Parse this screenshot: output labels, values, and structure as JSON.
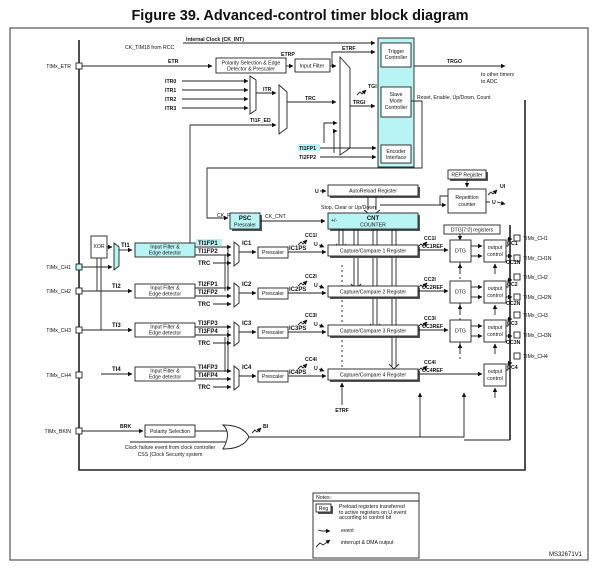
{
  "figure": {
    "title": "Figure 39. Advanced-control timer block diagram",
    "id_code": "MS32671V1"
  },
  "colors": {
    "highlight": "#b8f4f4",
    "line": "#222222",
    "background": "#ffffff"
  },
  "pins": {
    "etr": "TIMx_ETR",
    "ch1": "TIMx_CH1",
    "ch2": "TIMx_CH2",
    "ch3": "TIMx_CH3",
    "ch4": "TIMx_CH4",
    "bkin": "TIMx_BKIN",
    "out_ch1": "TIMx_CH1",
    "out_ch1n": "TIMx_CH1N",
    "out_ch2": "TIMx_CH2",
    "out_ch2n": "TIMx_CH2N",
    "out_ch3": "TIMx_CH3",
    "out_ch3n": "TIMx_CH3N",
    "out_ch4": "TIMx_CH4"
  },
  "clock": {
    "internal": "Internal Clock (CK_INT)",
    "rcc": "CK_TIM18 from RCC",
    "etr": "ETR",
    "etrp": "ETRP",
    "etrf": "ETRF",
    "polarity_line1": "Polarity Selection & Edge",
    "polarity_line2": "Detector & Prescaler",
    "input_filter": "Input Filter"
  },
  "itr": [
    "ITR0",
    "ITR1",
    "ITR2",
    "ITR3"
  ],
  "signals": {
    "itr": "ITR",
    "trc": "TRC",
    "ti1f_ed": "TI1F_ED",
    "tgi": "TGI",
    "trgi": "TRGI",
    "ti1fp1": "TI1FP1",
    "ti2fp2": "TI2FP2",
    "trgo": "TRGO",
    "trgo_dest1": "to other timers",
    "trgo_dest2": "to ADC",
    "slave_ctrl": "Reset, Enable, Up/Down, Count",
    "ck_psc": "CK_PSC",
    "ck_cnt": "CK_CNT",
    "stop_clear": "Stop, Clear or Up/Down",
    "u": "U",
    "ui": "UI",
    "plusminus": "+/-",
    "etrf_bottom": "ETRF",
    "brk": "BRK",
    "bi": "BI",
    "clock_fail1": "Clock failure event from clock controller",
    "clock_fail2": "CSS (Clock Security system"
  },
  "controller": {
    "trigger1": "Trigger",
    "trigger2": "Controller",
    "slave1": "Slave",
    "slave2": "Mode",
    "slave3": "Controller",
    "encoder1": "Encoder",
    "encoder2": "Interface"
  },
  "counter": {
    "autoreload": "AutoReload Register",
    "psc": "PSC",
    "psc_sub": "Prescaler",
    "cnt": "CNT",
    "cnt_sub": "COUNTER",
    "rep_register": "REP Register",
    "rep_counter1": "Repetition",
    "rep_counter2": "counter",
    "dtg_registers": "DTG[7:0] registers"
  },
  "input_stage": {
    "xor": "XOR",
    "filter1": "Input Filter &",
    "filter2": "Edge detector",
    "prescaler": "Prescaler"
  },
  "channels": [
    {
      "ti": "TI1",
      "fpa": "TI1FP1",
      "fpb": "TI1FP2",
      "trc": "TRC",
      "ic": "IC1",
      "icps": "IC1PS",
      "cci": "CC1I",
      "ccr": "Capture/Compare 1 Register",
      "ocref": "OC1REF",
      "dtg": "DTG",
      "out1": "output",
      "out2": "control",
      "oc": "OC1",
      "ocn": "OC1N"
    },
    {
      "ti": "TI2",
      "fpa": "TI2FP1",
      "fpb": "TI2FP2",
      "trc": "TRC",
      "ic": "IC2",
      "icps": "IC2PS",
      "cci": "CC2I",
      "ccr": "Capture/Compare 2 Register",
      "ocref": "OC2REF",
      "dtg": "DTG",
      "out1": "output",
      "out2": "control",
      "oc": "OC2",
      "ocn": "OC2N"
    },
    {
      "ti": "TI3",
      "fpa": "TI3FP3",
      "fpb": "TI3FP4",
      "trc": "TRC",
      "ic": "IC3",
      "icps": "IC3PS",
      "cci": "CC3I",
      "ccr": "Capture/Compare 3 Register",
      "ocref": "OC3REF",
      "dtg": "DTG",
      "out1": "output",
      "out2": "control",
      "oc": "OC3",
      "ocn": "OC3N"
    },
    {
      "ti": "TI4",
      "fpa": "TI4FP3",
      "fpb": "TI4FP4",
      "trc": "TRC",
      "ic": "IC4",
      "icps": "IC4PS",
      "cci": "CC4I",
      "ccr": "Capture/Compare 4 Register",
      "ocref": "OC4REF",
      "out1": "output",
      "out2": "control",
      "oc": "OC4"
    }
  ],
  "break": {
    "polarity": "Polarity Selection"
  },
  "notes": {
    "title": "Notes:",
    "reg": "Reg",
    "reg_desc1": "Preload registers transferred",
    "reg_desc2": "to active registers on U event",
    "reg_desc3": "according to control bit",
    "event": "event",
    "interrupt": "interrupt & DMA output"
  }
}
